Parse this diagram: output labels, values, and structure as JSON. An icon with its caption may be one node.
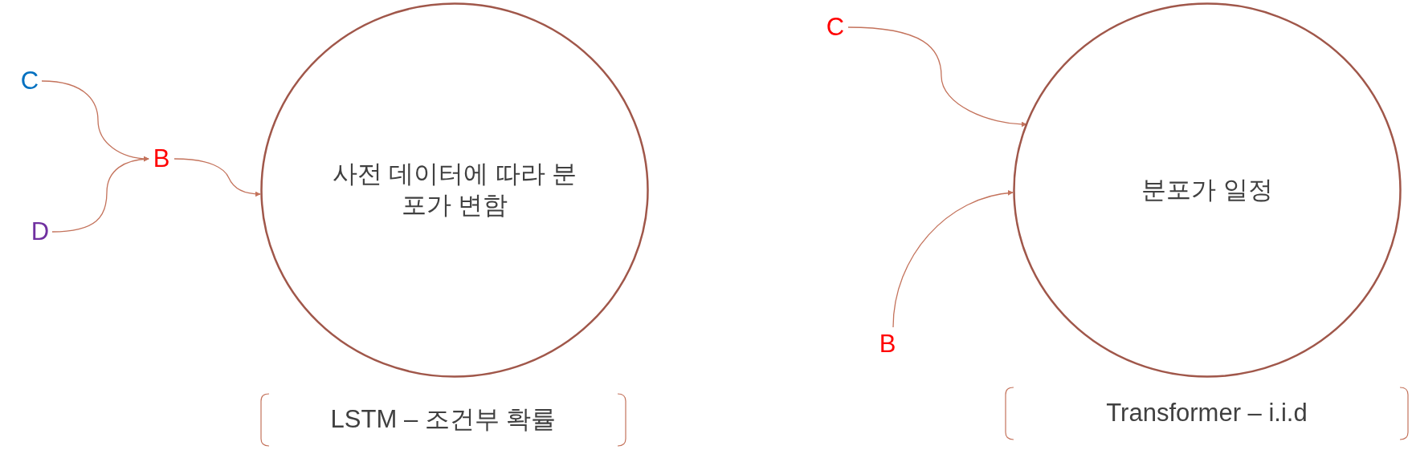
{
  "diagram": {
    "nodes": [
      {
        "text": [
          "사전 데이터에 따라 분포가 변함"
        ]
      },
      {
        "text": [
          "C"
        ]
      },
      {
        "text": [
          "B"
        ]
      },
      {
        "text": [
          "D"
        ]
      },
      {
        "text": [
          "분포가 일정"
        ]
      },
      {
        "text": [
          "C"
        ]
      },
      {
        "text": [
          "B"
        ]
      },
      {
        "text": [
          "LSTM – 조건부 확률"
        ]
      },
      {
        "text": [
          "Transformer – i.i.d"
        ]
      }
    ],
    "edges": [
      {
        "from": 1,
        "to": 2,
        "arrow": "to"
      },
      {
        "from": 3,
        "to": 2,
        "arrow": "to"
      },
      {
        "from": 2,
        "to": 0,
        "arrow": "to"
      },
      {
        "from": 5,
        "to": 4,
        "arrow": "to"
      },
      {
        "from": 6,
        "to": 4,
        "arrow": "to"
      }
    ]
  }
}
